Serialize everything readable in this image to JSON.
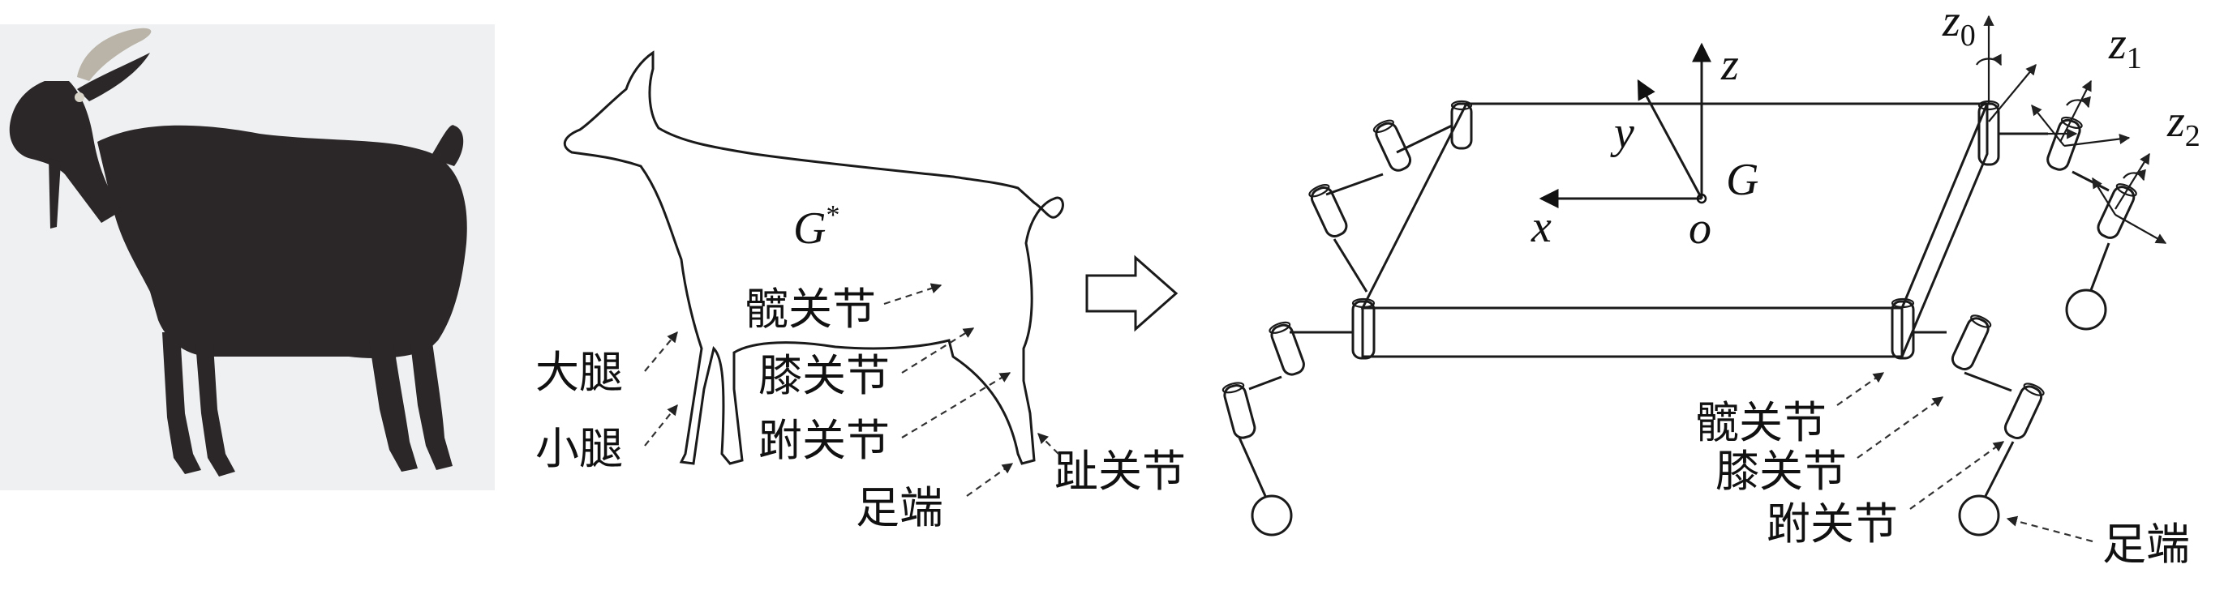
{
  "animal_labels": {
    "body_center": "G",
    "body_center_sup": "*",
    "thigh": "大腿",
    "shank": "小腿",
    "hip_joint": "髋关节",
    "knee_joint": "膝关节",
    "ankle_joint": "跗关节",
    "toe_joint": "趾关节",
    "foot_end": "足端"
  },
  "robot_labels": {
    "axis_z": "z",
    "axis_y": "y",
    "axis_x": "x",
    "origin": "o",
    "center": "G",
    "z0": "z",
    "z0_sub": "0",
    "z1": "z",
    "z1_sub": "1",
    "z2": "z",
    "z2_sub": "2",
    "hip_joint": "髋关节",
    "knee_joint": "膝关节",
    "ankle_joint": "跗关节",
    "foot_end": "足端"
  },
  "colors": {
    "goat_body": "#2b2628",
    "goat_horn": "#b9b3a8",
    "photo_bg": "#eef0f1",
    "line": "#1a1a1a"
  }
}
